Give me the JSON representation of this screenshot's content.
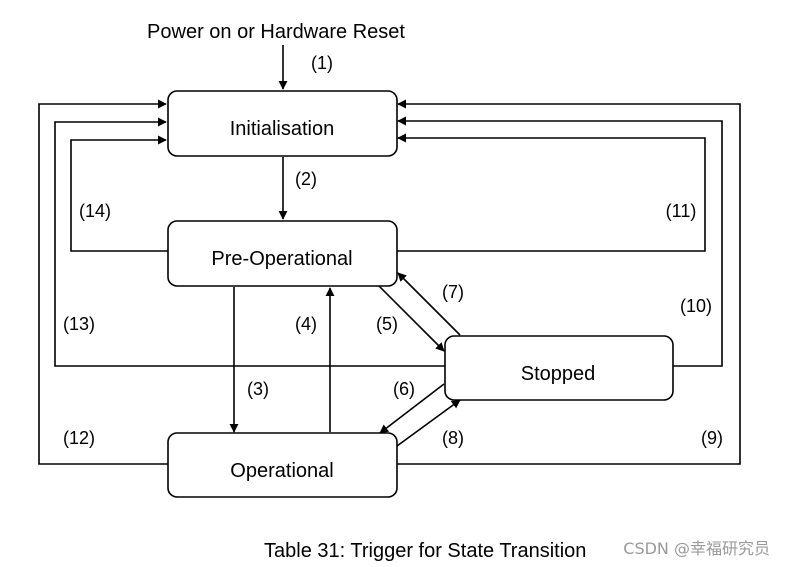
{
  "diagram": {
    "entry_label": "Power on or Hardware Reset",
    "states": {
      "initialisation": "Initialisation",
      "pre_operational": "Pre-Operational",
      "operational": "Operational",
      "stopped": "Stopped"
    },
    "transitions": {
      "t1": "(1)",
      "t2": "(2)",
      "t3": "(3)",
      "t4": "(4)",
      "t5": "(5)",
      "t6": "(6)",
      "t7": "(7)",
      "t8": "(8)",
      "t9": "(9)",
      "t10": "(10)",
      "t11": "(11)",
      "t12": "(12)",
      "t13": "(13)",
      "t14": "(14)"
    },
    "caption": "Table 31: Trigger for State Transition",
    "watermark": "CSDN @幸福研究员"
  }
}
